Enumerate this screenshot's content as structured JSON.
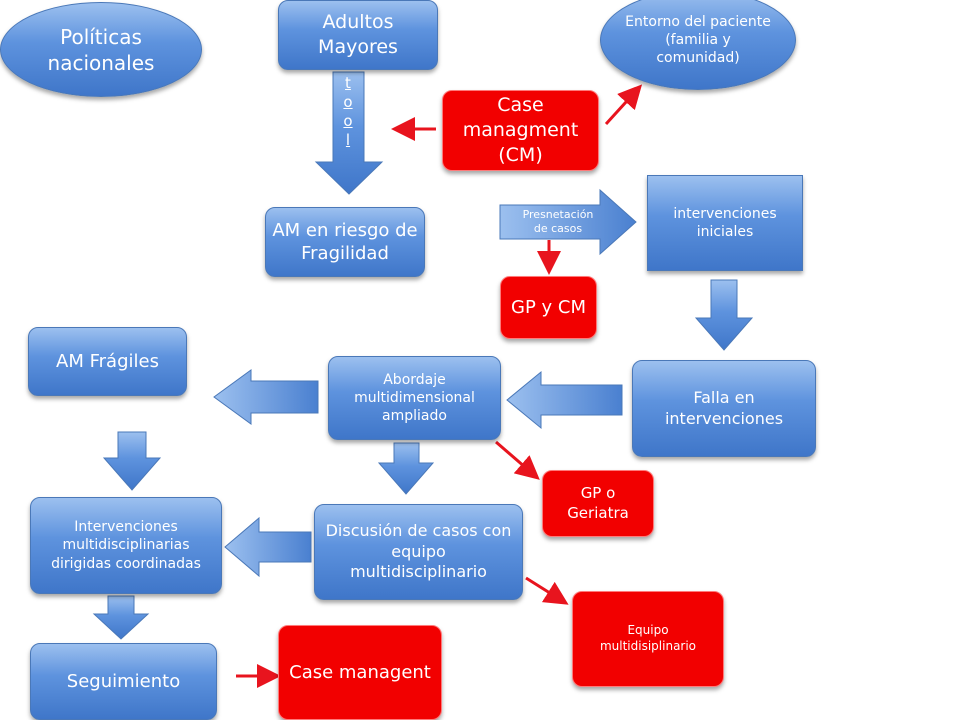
{
  "nodes": {
    "politicas": "Políticas nacionales",
    "adultos": "Adultos Mayores",
    "vertical_letters": [
      "t",
      "o",
      "o",
      "l"
    ],
    "entorno": "Entorno del paciente (familia y comunidad)",
    "case_cm": "Case managment (CM)",
    "am_riesgo": "AM en riesgo de Fragilidad",
    "presentacion": "Presnetación de casos",
    "intervenciones_iniciales": "intervenciones iniciales",
    "gp_cm": "GP y CM",
    "am_fragiles": "AM Frágiles",
    "abordaje": "Abordaje multidimensional ampliado",
    "falla": "Falla en intervenciones",
    "gp_geriatra": "GP o Geriatra",
    "intervenciones_multi": "Intervenciones multidisciplinarias dirigidas coordinadas",
    "discusion": "Discusión de casos con equipo multidisciplinario",
    "equipo": "Equipo multidisiplinario",
    "seguimiento": "Seguimiento",
    "case_managent": "Case managent"
  },
  "colors": {
    "blue_top": "#9cc0ef",
    "blue_bottom": "#3f76c9",
    "red": "#f20000",
    "red_arrow": "#e8141e"
  }
}
